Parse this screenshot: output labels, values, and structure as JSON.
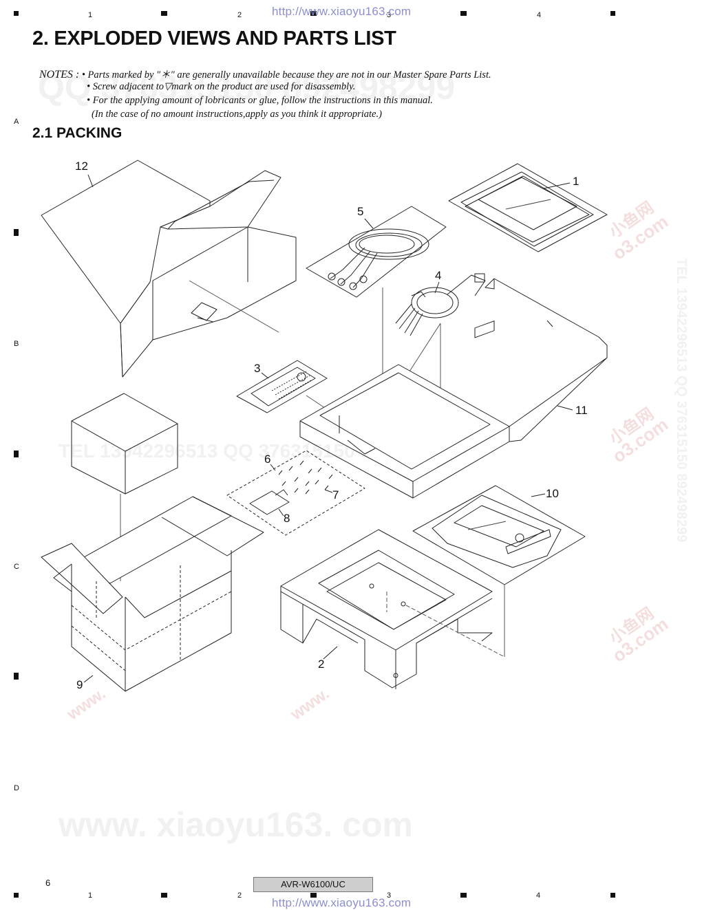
{
  "header": {
    "url": "http://www.xiaoyu163.com",
    "col_numbers": [
      "1",
      "2",
      "3",
      "4"
    ]
  },
  "margin_rows": [
    "A",
    "B",
    "C",
    "D"
  ],
  "heading": "2. EXPLODED VIEWS AND PARTS LIST",
  "notes": {
    "lead": "NOTES :",
    "lines": [
      "• Parts marked by  \"＊\"  are generally unavailable because they are not in our Master Spare Parts List.",
      "• Screw adjacent to▽mark on the product are used for disassembly.",
      "• For the applying amount of lobricants or glue, follow the instructions in this manual.",
      "(In the case of no amount instructions,apply as you think it appropriate.)"
    ]
  },
  "section": "2.1  PACKING",
  "callouts": [
    "1",
    "2",
    "3",
    "4",
    "5",
    "6",
    "7",
    "8",
    "9",
    "10",
    "11",
    "12"
  ],
  "watermarks": {
    "qq": "QQ 376315150  892498299",
    "tel": "TEL 13942296513  QQ 376315150  892498299",
    "site": "www. xiaoyu163. com",
    "vert": "TEL 13942296513  QQ 376315150  892498299",
    "cn": "小鱼网",
    "dotcom": "o3.com",
    "www": "www."
  },
  "footer": {
    "page": "6",
    "model": "AVR-W6100/UC",
    "url": "http://www.xiaoyu163.com",
    "col_numbers": [
      "1",
      "2",
      "3",
      "4"
    ]
  }
}
